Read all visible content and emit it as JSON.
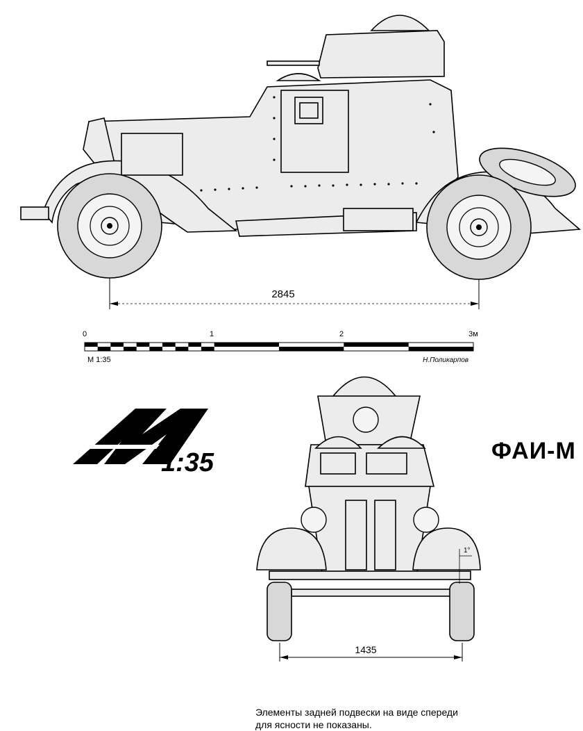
{
  "title": "ФАИ-М",
  "logo": {
    "letter": "M",
    "scale_text": "1:35"
  },
  "side_view": {
    "wheelbase": "2845"
  },
  "scale_bar": {
    "ticks": [
      "0",
      "1",
      "2",
      "3м"
    ],
    "scale_label": "М 1:35",
    "author": "Н.Поликарпов"
  },
  "front_view": {
    "track": "1435",
    "camber": "1°"
  },
  "note": {
    "line1": "Элементы задней подвески на виде спереди",
    "line2": "для ясности не показаны."
  }
}
